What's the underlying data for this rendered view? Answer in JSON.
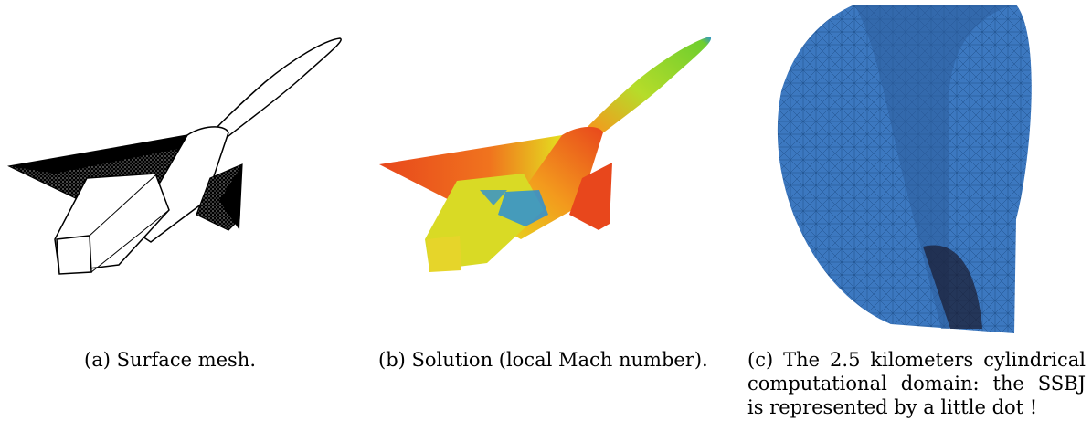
{
  "figure": {
    "panels": [
      {
        "id": "a",
        "caption": "(a) Surface mesh."
      },
      {
        "id": "b",
        "caption": "(b) Solution (local Mach number)."
      },
      {
        "id": "c",
        "caption_lines": [
          "(c) The 2.5 kilometers cylindrical",
          "computational domain:  the SSBJ",
          "is represented by a little dot !"
        ]
      }
    ],
    "colors": {
      "mesh_black": "#000000",
      "mach_red": "#e8471c",
      "mach_orange": "#f39a1d",
      "mach_yellow": "#e4e21f",
      "mach_green": "#6fce2e",
      "mach_blue": "#2a8fd6",
      "domain_blue": "#3c78c0"
    }
  }
}
